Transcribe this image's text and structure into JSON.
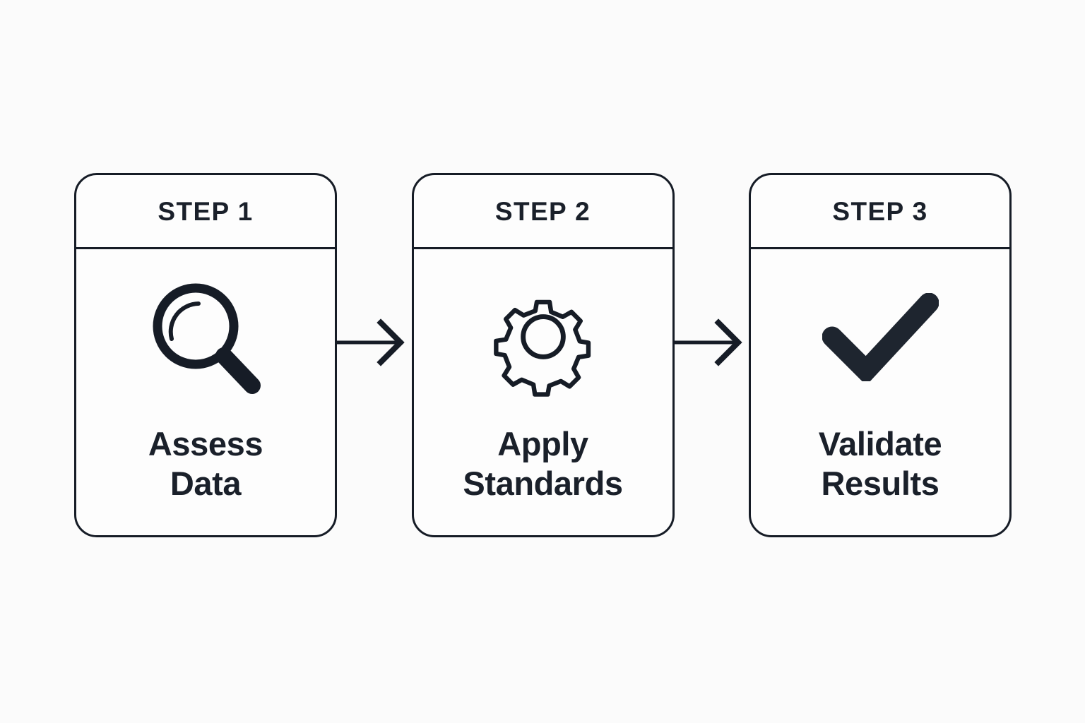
{
  "diagram": {
    "title": "Three step process flow",
    "background_color": "#fbfbfb",
    "ink_color": "#161c26",
    "text_color": "#1a202a",
    "card_fill": "#fdfdfd",
    "steps": [
      {
        "step_label": "STEP 1",
        "icon": "magnifying-glass-icon",
        "title_line1": "Assess",
        "title_line2": "Data"
      },
      {
        "step_label": "STEP 2",
        "icon": "gear-icon",
        "title_line1": "Apply",
        "title_line2": "Standards"
      },
      {
        "step_label": "STEP 3",
        "icon": "checkmark-icon",
        "title_line1": "Validate",
        "title_line2": "Results"
      }
    ],
    "connectors": [
      {
        "name": "arrow-step1-to-step2",
        "direction": "right"
      },
      {
        "name": "arrow-step2-to-step3",
        "direction": "right"
      }
    ]
  }
}
